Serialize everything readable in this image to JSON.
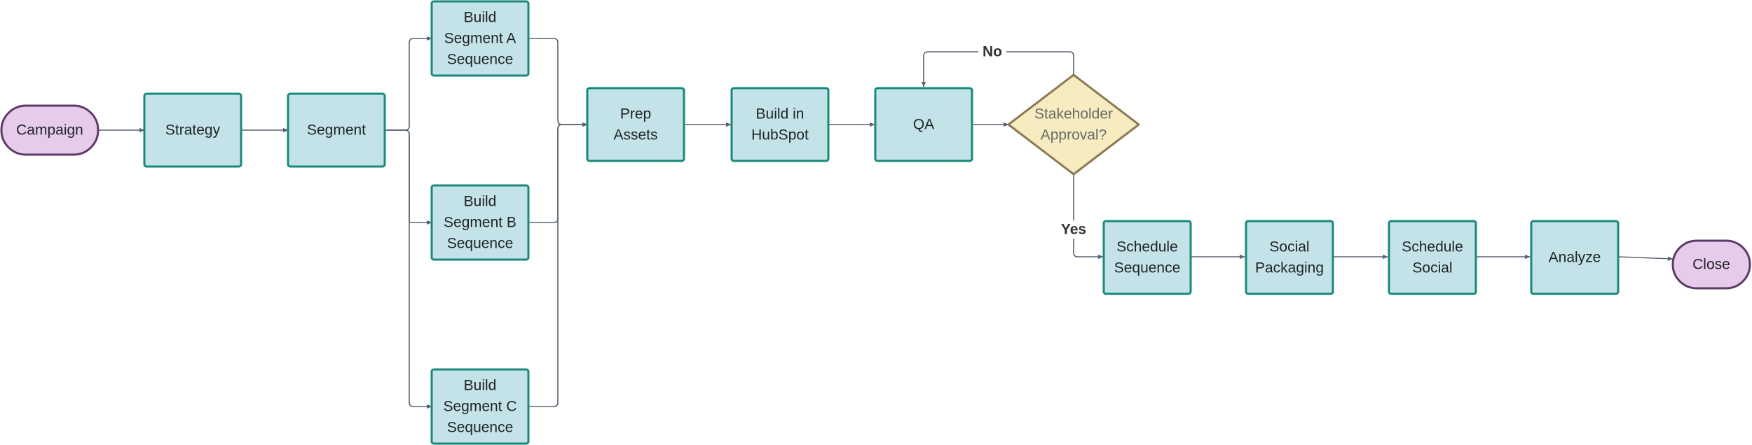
{
  "colors": {
    "process_fill": "#c4e3e8",
    "process_stroke": "#17897a",
    "terminal_fill": "#e6cbea",
    "terminal_stroke": "#5d3a6a",
    "decision_fill": "#f6ecc0",
    "decision_stroke": "#8c7a55",
    "edge": "#5a6470"
  },
  "nodes": {
    "campaign": {
      "lines": [
        "Campaign"
      ]
    },
    "strategy": {
      "lines": [
        "Strategy"
      ]
    },
    "segment": {
      "lines": [
        "Segment"
      ]
    },
    "build_a": {
      "lines": [
        "Build",
        "Segment A",
        "Sequence"
      ]
    },
    "build_b": {
      "lines": [
        "Build",
        "Segment B",
        "Sequence"
      ]
    },
    "build_c": {
      "lines": [
        "Build",
        "Segment C",
        "Sequence"
      ]
    },
    "prep": {
      "lines": [
        "Prep",
        "Assets"
      ]
    },
    "hubspot": {
      "lines": [
        "Build in",
        "HubSpot"
      ]
    },
    "qa": {
      "lines": [
        "QA"
      ]
    },
    "approval": {
      "lines": [
        "Stakeholder",
        "Approval?"
      ]
    },
    "sched_seq": {
      "lines": [
        "Schedule",
        "Sequence"
      ]
    },
    "social_pack": {
      "lines": [
        "Social",
        "Packaging"
      ]
    },
    "sched_social": {
      "lines": [
        "Schedule",
        "Social"
      ]
    },
    "analyze": {
      "lines": [
        "Analyze"
      ]
    },
    "close": {
      "lines": [
        "Close"
      ]
    }
  },
  "edges": {
    "no_label": "No",
    "yes_label": "Yes"
  }
}
